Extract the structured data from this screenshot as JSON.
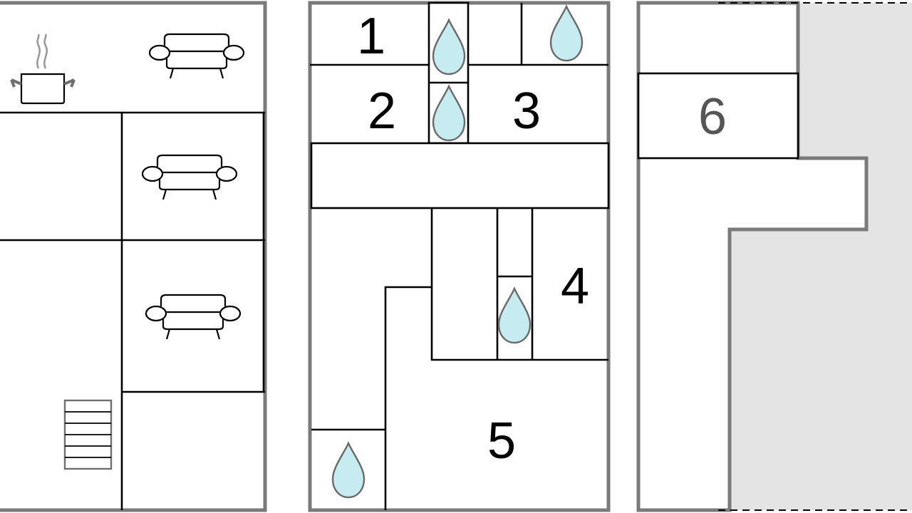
{
  "floorplan": {
    "colors": {
      "outer_wall": "#7a7a7a",
      "inner_wall": "#000000",
      "water_drop": "#c6ecf2",
      "outside_area": "#e4e4e4",
      "stairs": "#6e6e6e"
    },
    "icons": {
      "kitchen": "cooking-pot-icon",
      "sofa": "sofa-icon",
      "bathroom": "water-drop-icon",
      "stairs": "stairs-icon"
    },
    "rooms": [
      {
        "label": "1"
      },
      {
        "label": "2"
      },
      {
        "label": "3"
      },
      {
        "label": "4"
      },
      {
        "label": "5"
      },
      {
        "label": "6"
      }
    ]
  }
}
